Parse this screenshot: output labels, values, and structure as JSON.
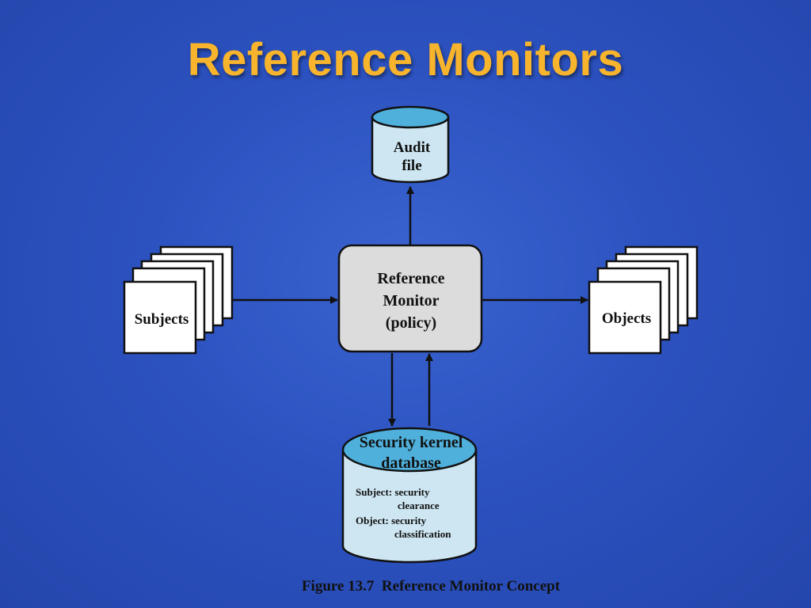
{
  "slide": {
    "title": "Reference Monitors"
  },
  "diagram": {
    "audit": {
      "line1": "Audit",
      "line2": "file"
    },
    "monitor": {
      "line1": "Reference",
      "line2": "Monitor",
      "line3": "(policy)"
    },
    "subjects": {
      "label": "Subjects"
    },
    "objects": {
      "label": "Objects"
    },
    "database": {
      "title1": "Security kernel",
      "title2": "database",
      "entry1a": "Subject: security",
      "entry1b": "clearance",
      "entry2a": "Object: security",
      "entry2b": "classification"
    },
    "caption": "Figure 13.7  Reference Monitor Concept"
  },
  "colors": {
    "title": "#f7b42c",
    "cylinder_top": "#4fb0dc",
    "cylinder_body": "#cde6f2",
    "monitor_fill": "#dcdcdc"
  }
}
